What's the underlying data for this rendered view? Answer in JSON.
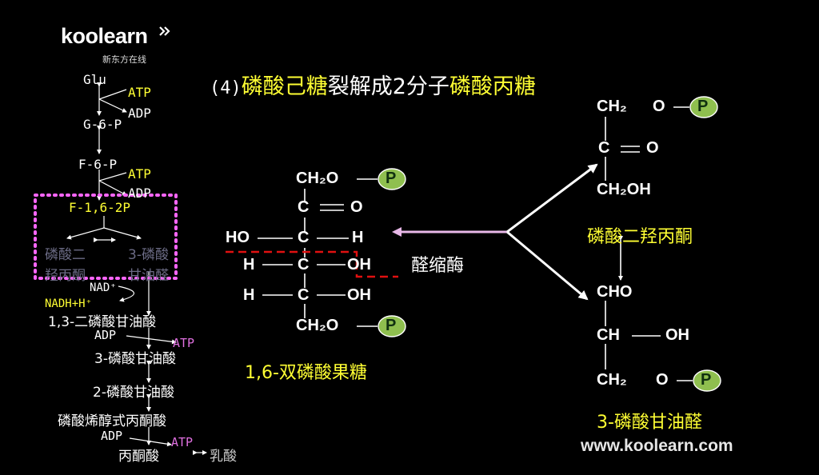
{
  "logo": {
    "brand": "koolearn",
    "sub": "新东方在线"
  },
  "title": {
    "num": "(4)",
    "part1": "磷酸己糖",
    "part2": "裂解成2分子",
    "part3": "磷酸丙糖"
  },
  "pathway": {
    "glu": "Glu",
    "atp1": "ATP",
    "adp1": "ADP",
    "g6p": "G-6-P",
    "f6p": "F-6-P",
    "atp2": "ATP",
    "adp2": "ADP",
    "f16p": "F-1,6-2P",
    "dhap_a": "磷酸二",
    "dhap_b": "羟丙酮",
    "g3p_a": "3-磷酸",
    "g3p_b": "甘油醛",
    "nad": "NAD⁺",
    "nadh": "NADH+H⁺",
    "bpg": "1,3-二磷酸甘油酸",
    "adp3": "ADP",
    "atp3": "ATP",
    "pg3": "3-磷酸甘油酸",
    "pg2": "2-磷酸甘油酸",
    "pep": "磷酸烯醇式丙酮酸",
    "adp4": "ADP",
    "atp4": "ATP",
    "pyr": "丙酮酸",
    "lac": "乳酸"
  },
  "fructose": {
    "r1": "CH₂O",
    "r2c": "C",
    "r2o": "O",
    "r3ho": "HO",
    "r3c": "C",
    "r3h": "H",
    "r4h": "H",
    "r4c": "C",
    "r4oh": "OH",
    "r5h": "H",
    "r5c": "C",
    "r5oh": "OH",
    "r6": "CH₂O",
    "p": "P",
    "name": "1,6-双磷酸果糖"
  },
  "enzyme": "醛缩酶",
  "dhap": {
    "r1": "CH₂",
    "o1": "O",
    "p": "P",
    "r2c": "C",
    "r2o": "O",
    "r3": "CH₂OH",
    "name": "磷酸二羟丙酮"
  },
  "gap": {
    "r1": "CHO",
    "r2": "CH",
    "r2oh": "OH",
    "r3": "CH₂",
    "o3": "O",
    "p": "P",
    "name": "3-磷酸甘油醛"
  },
  "footer": {
    "url": "www.koolearn.com"
  },
  "colors": {
    "yellow": "#ffff33",
    "phosphate": "#8fbf4f",
    "enzyme_arrow": "#e8b8e8",
    "dotted_box": "#ff66ff",
    "cut": "#e01010",
    "dim_text": "#6b6b85"
  }
}
